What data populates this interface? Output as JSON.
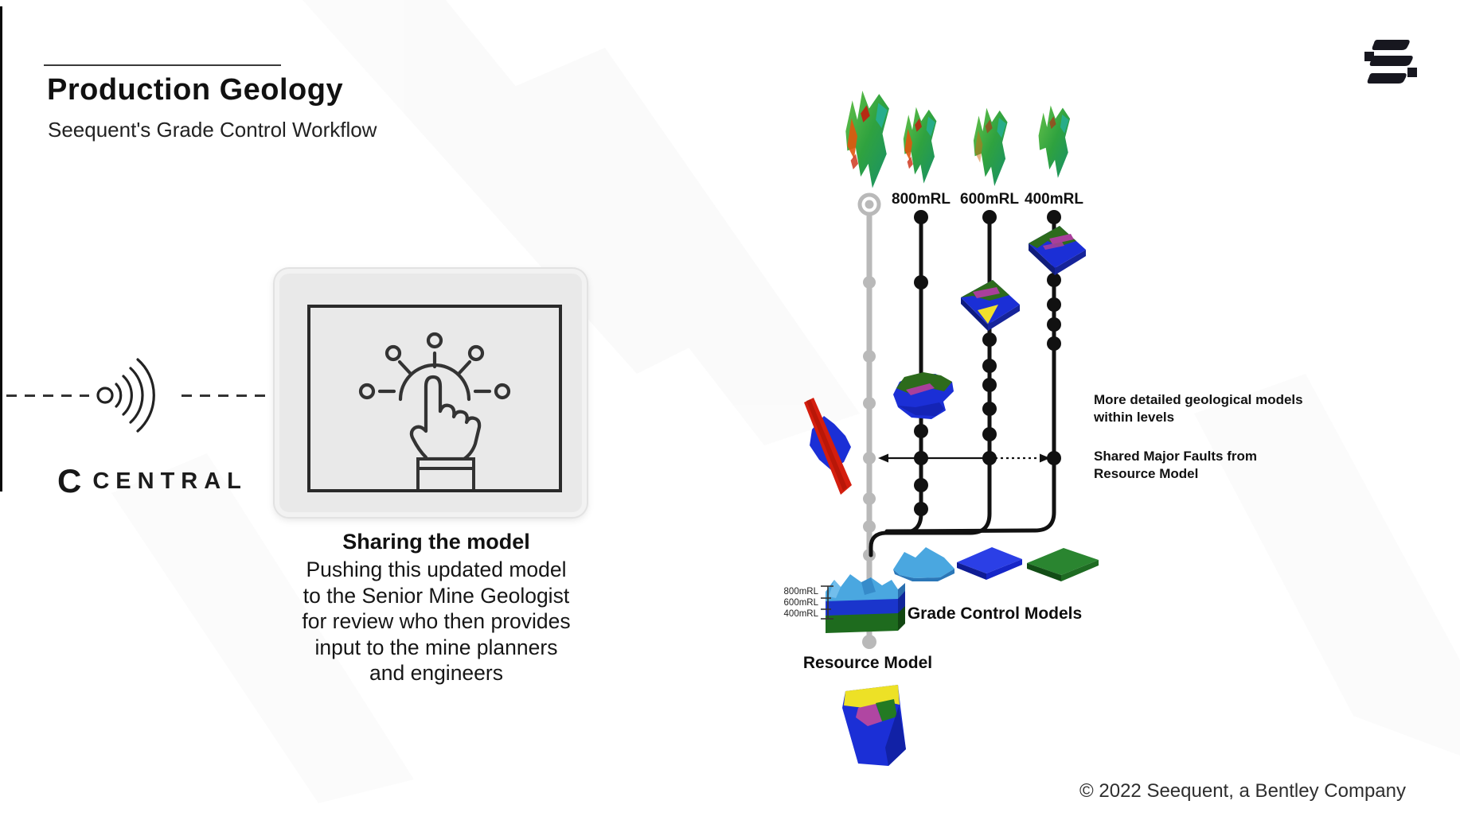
{
  "header": {
    "title": "Production Geology",
    "subtitle": "Seequent's Grade Control Workflow"
  },
  "central": {
    "label": "CENTRAL"
  },
  "sharing": {
    "title": "Sharing the model",
    "lines": [
      "Pushing this updated model",
      "to the Senior Mine Geologist",
      "for review who then provides",
      "input to the mine planners",
      "and engineers"
    ]
  },
  "diagram": {
    "levels": [
      "800mRL",
      "600mRL",
      "400mRL"
    ],
    "note_detail": "More detailed geological models within levels",
    "note_faults": "Shared Major Faults from Resource Model",
    "grade_control": "Grade Control Models",
    "resource": "Resource Model",
    "rl_ticks": [
      "800mRL",
      "600mRL",
      "400mRL"
    ]
  },
  "footer": {
    "copyright": "© 2022 Seequent, a Bentley Company"
  },
  "colors": {
    "timeline_gray": "#b9b9b9",
    "timeline_black": "#111111",
    "model_blue": "#1b2fd6",
    "model_green": "#2d6b1c",
    "model_magenta": "#a93f9b",
    "model_yellow": "#f2e02c",
    "fault_red": "#d41e0e",
    "terrain_light_blue": "#4aa7e0",
    "card_gray": "#e9e9e9"
  }
}
